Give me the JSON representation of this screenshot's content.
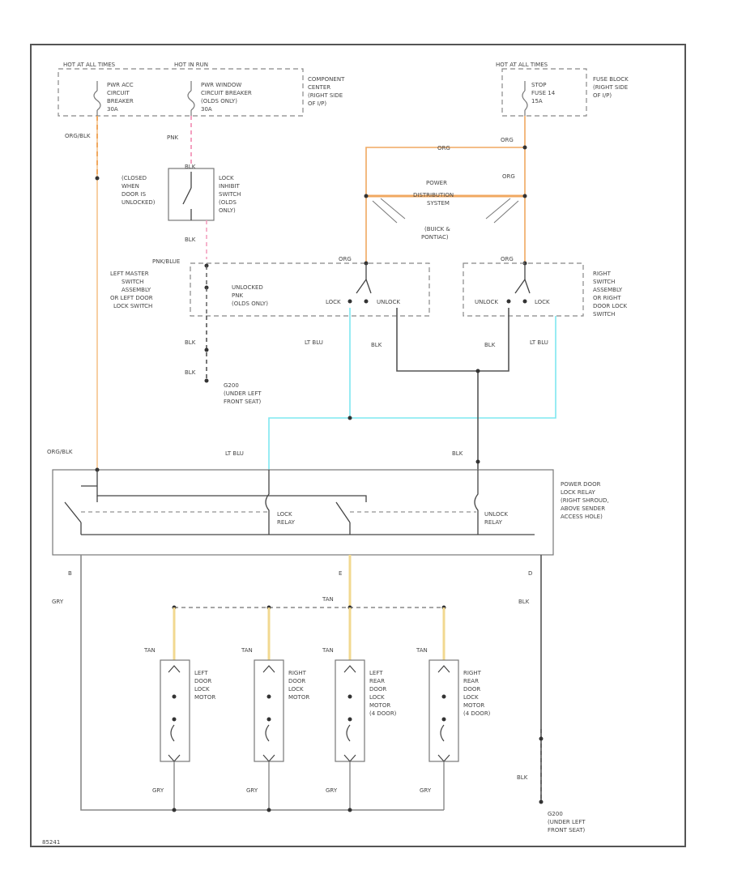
{
  "colors": {
    "org_blk": "#f5c38a",
    "org": "#f0a860",
    "lt_blu": "#7ee8f0",
    "blk": "#555555",
    "gry": "#888888",
    "tan": "#f2d890",
    "pnk": "#f4a0c0"
  },
  "fuses": {
    "hot_at_all_times_1": "HOT AT ALL TIMES",
    "hot_in_run": "HOT IN RUN",
    "pwr_acc_cb": [
      "PWR ACC",
      "CIRCUIT",
      "BREAKER",
      "30A"
    ],
    "pwr_window_cb": [
      "PWR WINDOW",
      "CIRCUIT BREAKER",
      "(OLDS ONLY)",
      "30A"
    ],
    "component_center": [
      "COMPONENT",
      "CENTER",
      "(RIGHT SIDE",
      "OF I/P)"
    ],
    "hot_at_all_times_2": "HOT AT ALL TIMES",
    "stop_fuse": [
      "STOP",
      "FUSE 14",
      "15A"
    ],
    "fuse_block": [
      "FUSE BLOCK",
      "(RIGHT SIDE",
      "OF I/P)"
    ]
  },
  "wire_labels": {
    "org_blk_top": "ORG/BLK",
    "pnk": "PNK",
    "blk_switch": "BLK",
    "blk_below_switch": "BLK",
    "pnk_blue": "PNK/BLUE",
    "blk_left1": "BLK",
    "blk_left2": "BLK",
    "org_top": "ORG",
    "org_right1": "ORG",
    "org_right2": "ORG",
    "org_left_sw": "ORG",
    "org_right_sw": "ORG",
    "lt_blu_left": "LT BLU",
    "blk_mid": "BLK",
    "blk_right": "BLK",
    "lt_blu_right": "LT BLU",
    "org_blk_relay": "ORG/BLK",
    "lt_blu_relay": "LT BLU",
    "blk_relay": "BLK",
    "gry_left": "GRY",
    "tan_top": "TAN",
    "blk_right_bottom": "BLK",
    "tan_m1": "TAN",
    "tan_m2": "TAN",
    "tan_m3": "TAN",
    "tan_m4": "TAN",
    "gry_m1": "GRY",
    "gry_m2": "GRY",
    "gry_m3": "GRY",
    "gry_m4": "GRY",
    "blk_g200": "BLK"
  },
  "components": {
    "lockout_switch_state": [
      "(CLOSED",
      "WHEN",
      "DOOR IS",
      "UNLOCKED)"
    ],
    "lock_inhibit_switch": [
      "LOCK",
      "INHIBIT",
      "SWITCH",
      "(OLDS",
      "ONLY)"
    ],
    "power_distribution": [
      "POWER",
      "DISTRIBUTION",
      "SYSTEM"
    ],
    "buick_pontiac": [
      "(BUICK &",
      "PONTIAC)"
    ],
    "left_master_switch": [
      "LEFT MASTER",
      "SWITCH",
      "ASSEMBLY",
      "OR LEFT DOOR",
      "LOCK SWITCH"
    ],
    "unlocked_pnk": [
      "UNLOCKED",
      "PNK",
      "(OLDS ONLY)"
    ],
    "lock_left": "LOCK",
    "unlock_left": "UNLOCK",
    "unlock_right": "UNLOCK",
    "lock_right": "LOCK",
    "right_switch": [
      "RIGHT",
      "SWITCH",
      "ASSEMBLY",
      "OR RIGHT",
      "DOOR LOCK",
      "SWITCH"
    ],
    "g200_top": [
      "G200",
      "(UNDER LEFT",
      "FRONT SEAT)"
    ],
    "lock_relay": [
      "LOCK",
      "RELAY"
    ],
    "unlock_relay": [
      "UNLOCK",
      "RELAY"
    ],
    "relay_module": [
      "POWER DOOR",
      "LOCK RELAY",
      "(RIGHT SHROUD,",
      "ABOVE SENDER",
      "ACCESS HOLE)"
    ],
    "pin_b": "B",
    "pin_e": "E",
    "pin_d": "D",
    "motor_left": [
      "LEFT",
      "DOOR",
      "LOCK",
      "MOTOR"
    ],
    "motor_right": [
      "RIGHT",
      "DOOR",
      "LOCK",
      "MOTOR"
    ],
    "motor_left_rear": [
      "LEFT",
      "REAR",
      "DOOR",
      "LOCK",
      "MOTOR",
      "(4 DOOR)"
    ],
    "motor_right_rear": [
      "RIGHT",
      "REAR",
      "DOOR",
      "LOCK",
      "MOTOR",
      "(4 DOOR)"
    ],
    "g200_bottom": [
      "G200",
      "(UNDER LEFT",
      "FRONT SEAT)"
    ]
  },
  "footer_code": "85241"
}
